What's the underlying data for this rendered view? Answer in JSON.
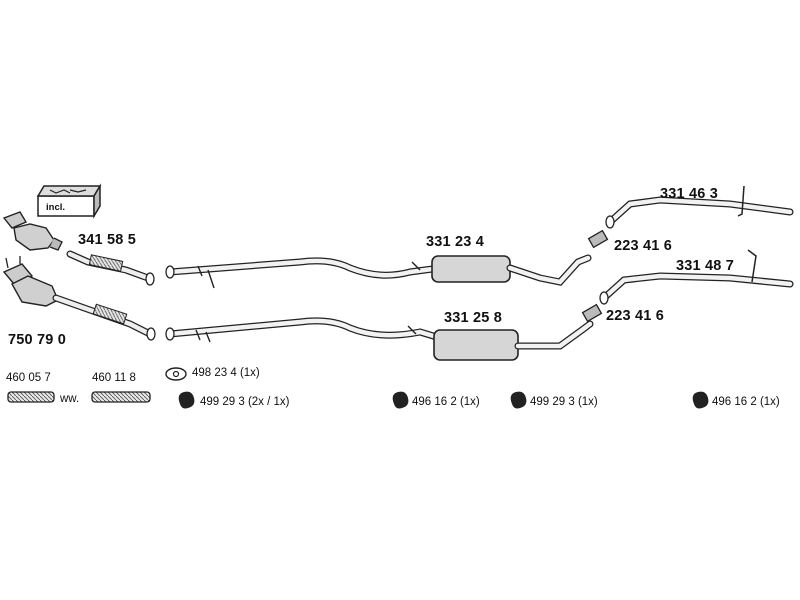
{
  "diagram": {
    "kit_box_label": "incl.",
    "part_numbers": {
      "front_pipe": "341 58 5",
      "catalyst": "750 79 0",
      "flex_a": "460 05 7",
      "flex_ww": "ww.",
      "flex_b": "460 11 8",
      "middle_silencer_top": "331 23 4",
      "middle_silencer_bottom": "331 25 8",
      "rear_silencer_top": "331 46 3",
      "rear_silencer_bottom": "331 48 7",
      "clamp_top": "223 41 6",
      "clamp_bottom": "223 41 6"
    },
    "accessories": {
      "gasket": "498 23 4 (1x)",
      "rubber_mount_1": "499 29 3 (2x / 1x)",
      "rubber_mount_2": "496 16 2 (1x)",
      "rubber_mount_3": "499 29 3 (1x)",
      "rubber_mount_4": "496 16 2 (1x)"
    }
  }
}
